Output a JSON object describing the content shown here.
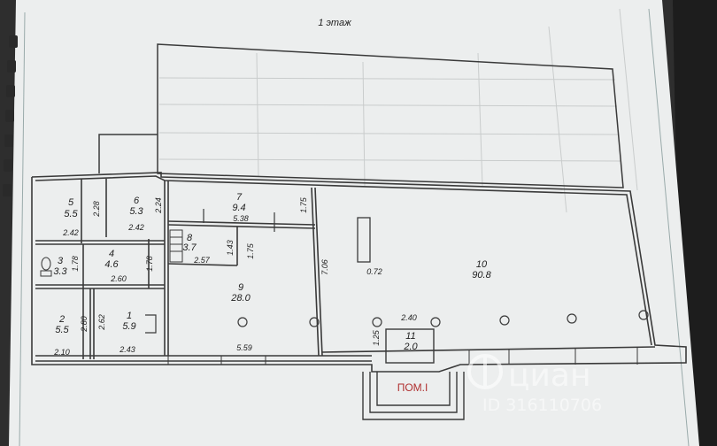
{
  "sheet": {
    "floor_title": "1 этаж",
    "premises_label": "ПОМ.I"
  },
  "rooms": [
    {
      "num": "1",
      "area": "5.9"
    },
    {
      "num": "2",
      "area": "5.5"
    },
    {
      "num": "3",
      "area": "3.3"
    },
    {
      "num": "4",
      "area": "4.6"
    },
    {
      "num": "5",
      "area": "5.5"
    },
    {
      "num": "6",
      "area": "5.3"
    },
    {
      "num": "7",
      "area": "9.4"
    },
    {
      "num": "8",
      "area": "3.7"
    },
    {
      "num": "9",
      "area": "28.0"
    },
    {
      "num": "10",
      "area": "90.8"
    },
    {
      "num": "11",
      "area": "2.0"
    }
  ],
  "dimensions": {
    "d_2_42a": "2.42",
    "d_2_28": "2.28",
    "d_2_42b": "2.42",
    "d_2_24": "2.24",
    "d_5_38": "5.38",
    "d_1_75a": "1.75",
    "d_1_43": "1.43",
    "d_1_75b": "1.75",
    "d_2_57": "2.57",
    "d_1_78a": "1.78",
    "d_1_78b": "1.78",
    "d_2_60": "2.60",
    "d_2_80": "2.80",
    "d_2_62": "2.62",
    "d_2_10": "2.10",
    "d_2_43": "2.43",
    "d_5_59": "5.59",
    "d_7_06": "7.06",
    "d_0_72": "0.72",
    "d_2_40": "2.40",
    "d_1_25": "1.25"
  },
  "watermark": {
    "brand": "циан",
    "listing_id": "ID 316110706"
  },
  "colors": {
    "paper": "#eceeee",
    "line": "#3a3a3a",
    "grid": "#c9cccc",
    "premises_label": "#b03030"
  }
}
